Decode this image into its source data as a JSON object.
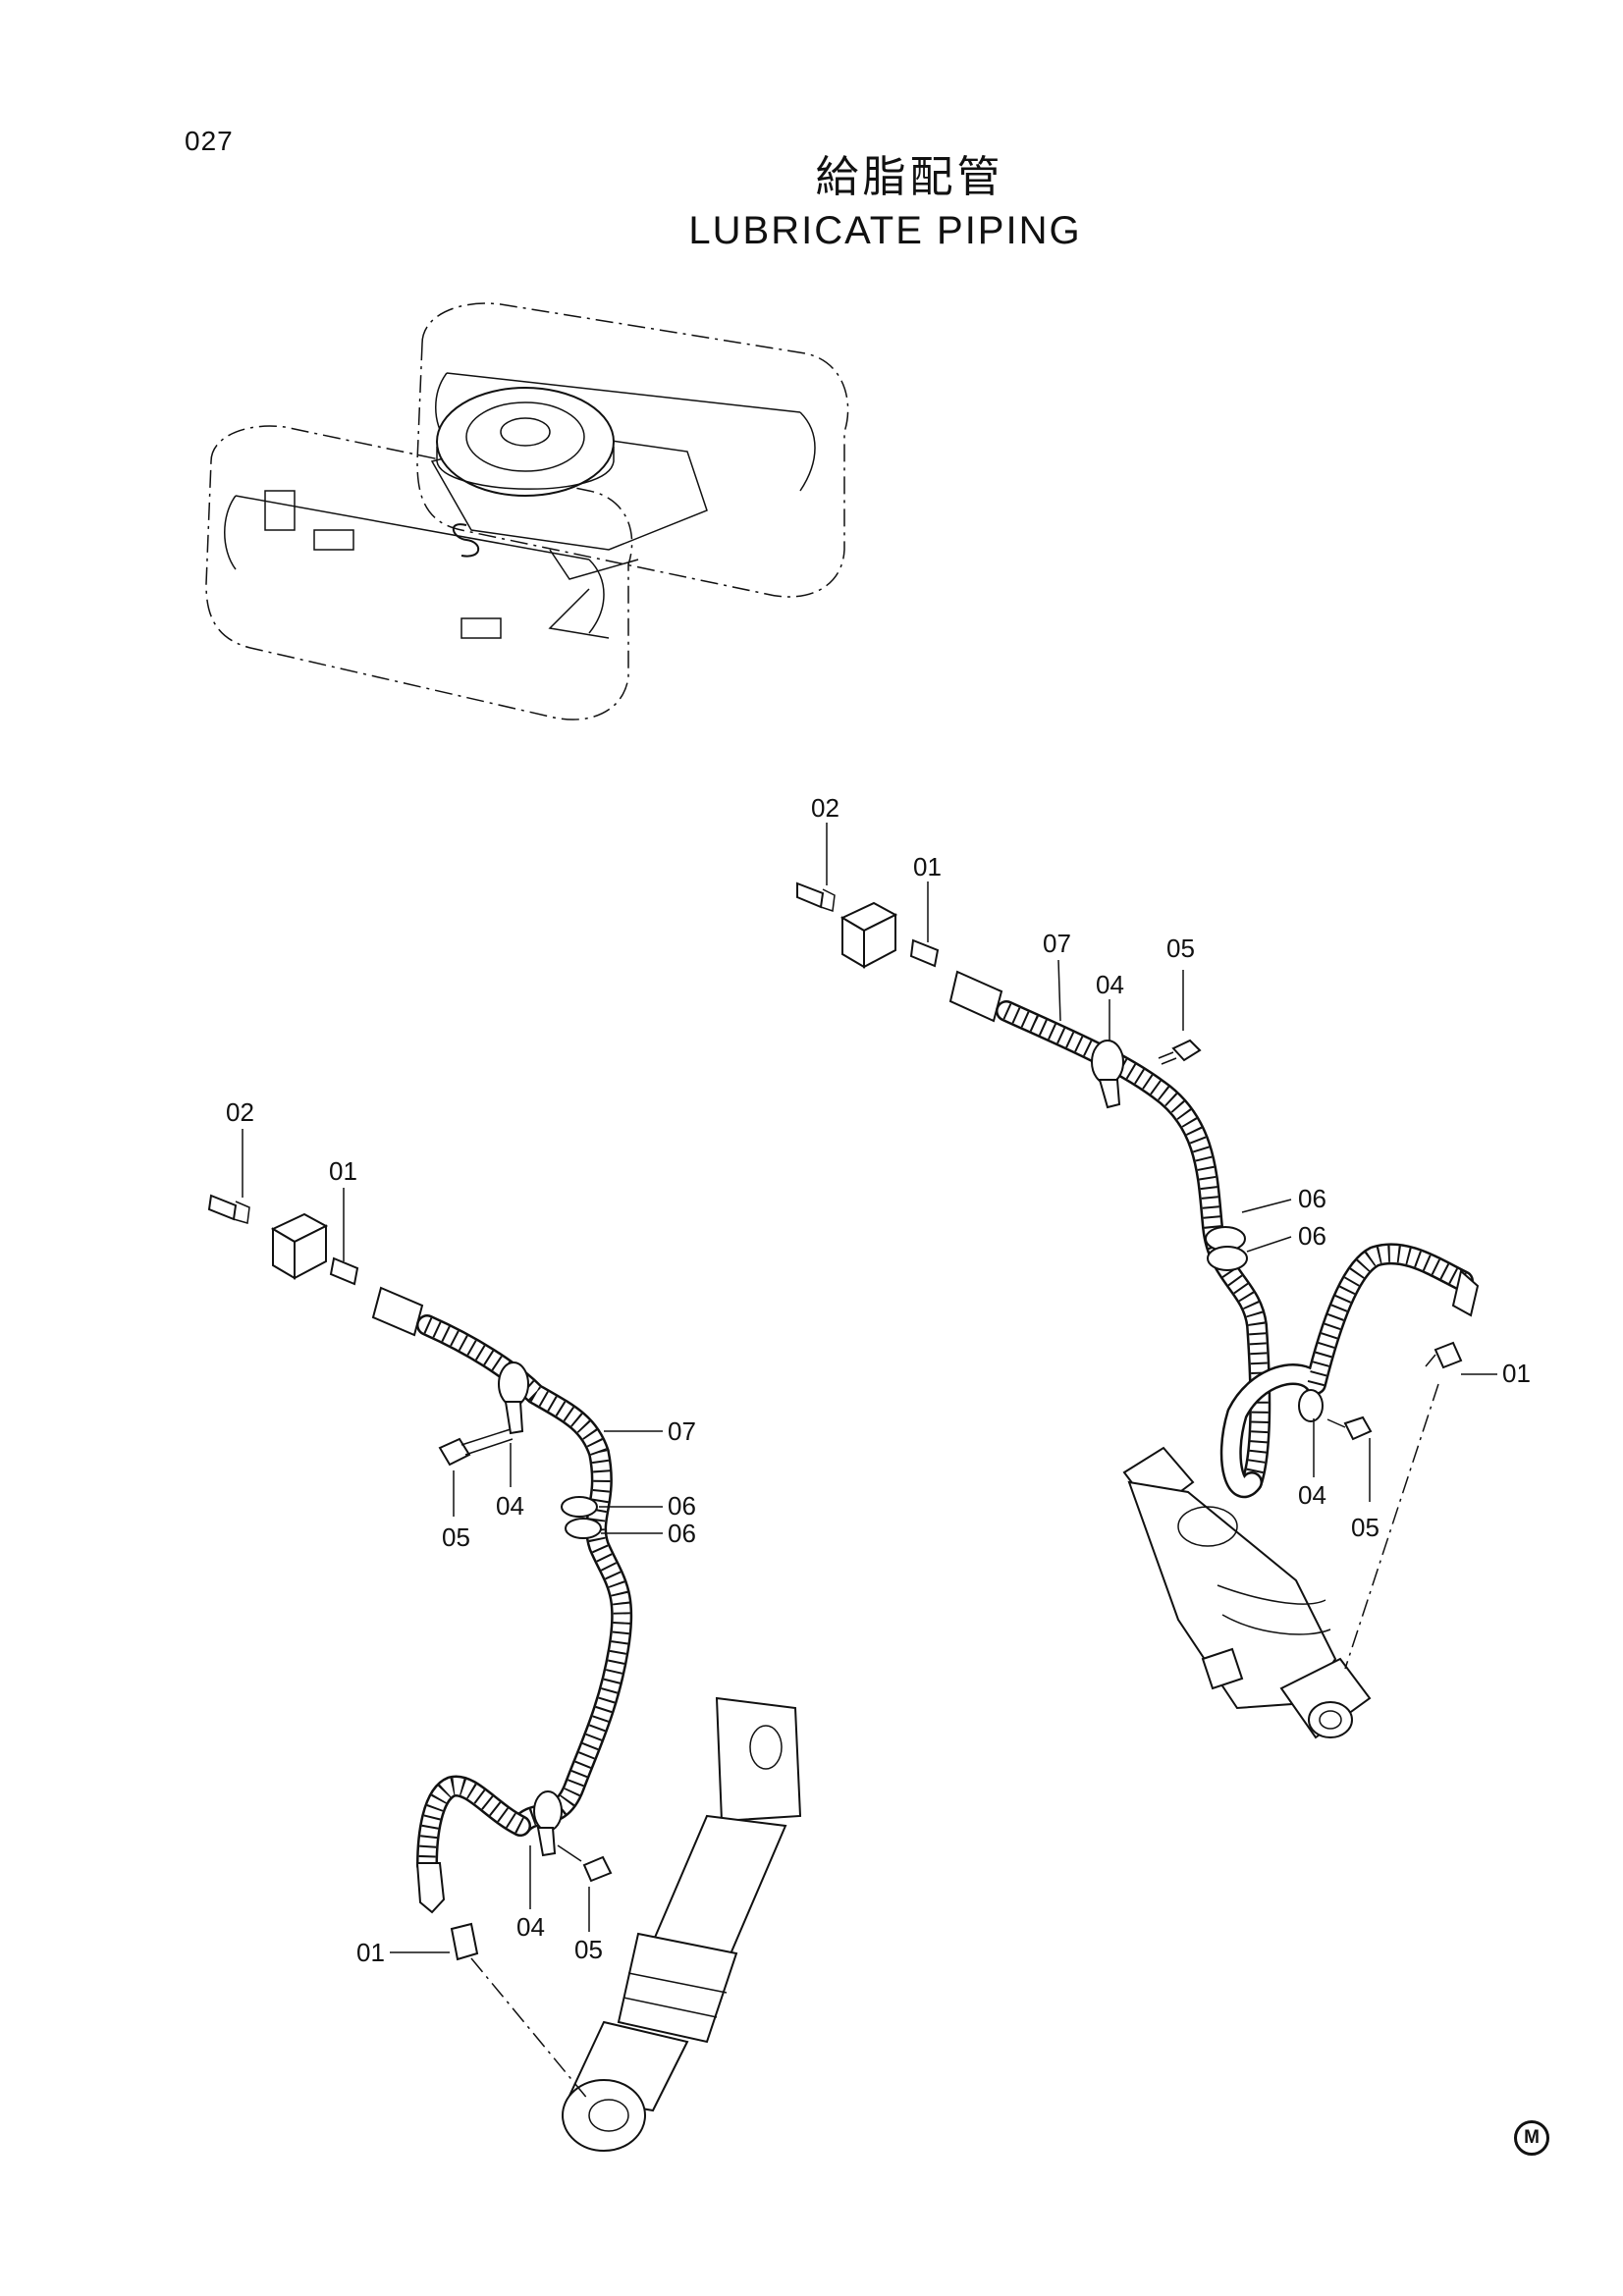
{
  "page": {
    "number": "027",
    "title_jp": "給脂配管",
    "title_en": "LUBRICATE PIPING",
    "mark": "M"
  },
  "callouts": {
    "right": {
      "c02": "02",
      "c01_top": "01",
      "c07": "07",
      "c04_top": "04",
      "c05_top": "05",
      "c06_a": "06",
      "c06_b": "06",
      "c01_side": "01",
      "c04_low": "04",
      "c05_low": "05"
    },
    "left": {
      "c02": "02",
      "c01_top": "01",
      "c07": "07",
      "c04_top": "04",
      "c05_top": "05",
      "c06_a": "06",
      "c06_b": "06",
      "c01_low": "01",
      "c04_low": "04",
      "c05_low": "05"
    }
  }
}
